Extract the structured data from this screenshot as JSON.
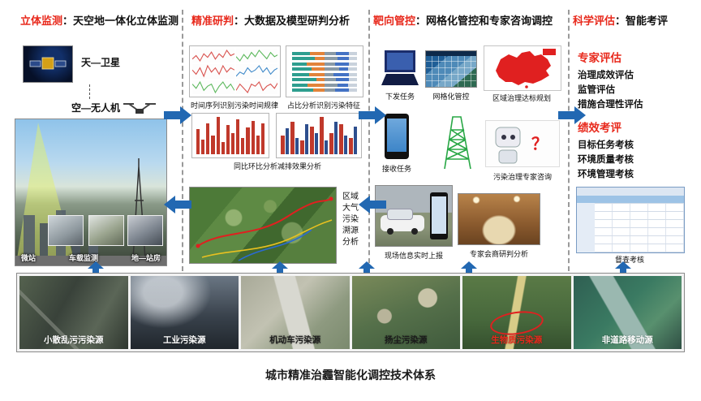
{
  "title_caption": "城市精准治霾智能化调控技术体系",
  "header": {
    "sections": [
      {
        "title": "立体监测",
        "rest": "：天空地一体化立体监测"
      },
      {
        "title": "精准研判",
        "rest": "：大数据及模型研判分析"
      },
      {
        "title": "靶向管控",
        "rest": "：网格化管控和专家咨询调控"
      },
      {
        "title": "科学评估",
        "rest": "：智能考评"
      }
    ]
  },
  "monitoring": {
    "satellite_label": "天—卫星",
    "uav_label": "空—无人机",
    "ground_labels": [
      "微站",
      "车载监测",
      "地—站房"
    ]
  },
  "analysis": {
    "timeseries_caption": "时间序列识别污染时间规律",
    "share_caption": "占比分析识别污染特征",
    "compare_caption": "同比环比分析减排效果分析",
    "trace_caption_lines": [
      "区域",
      "大气",
      "污染",
      "溯源",
      "分析"
    ]
  },
  "control": {
    "dispatch_caption": "下发任务",
    "grid_caption": "网格化管控",
    "regional_caption": "区域治理达标规划",
    "receive_caption": "接收任务",
    "consult_caption": "污染治理专家咨询",
    "consult_question_mark": "？",
    "report_caption": "现场信息实时上报",
    "meeting_caption": "专家会商研判分析"
  },
  "evaluation": {
    "expert_title": "专家评估",
    "expert_items": [
      "治理成效评估",
      "监管评估",
      "措施合理性评估"
    ],
    "performance_title": "绩效考评",
    "performance_items": [
      "目标任务考核",
      "环境质量考核",
      "环境管理考核"
    ],
    "audit_caption": "督查考核"
  },
  "sources": {
    "items": [
      {
        "label": "小散乱污污染源",
        "color": "#ffffff"
      },
      {
        "label": "工业污染源",
        "color": "#ffffff"
      },
      {
        "label": "机动车污染源",
        "color": "#1a1a1a"
      },
      {
        "label": "扬尘污染源",
        "color": "#1a1a1a"
      },
      {
        "label": "生物质污染源",
        "color": "#e8291c"
      },
      {
        "label": "非道路移动源",
        "color": "#ffffff"
      }
    ]
  },
  "colors": {
    "accent_red": "#e8291c",
    "arrow_blue": "#2268b2"
  },
  "chart_data": [
    {
      "type": "line",
      "title": "时间序列识别污染时间规律",
      "panels": [
        {
          "color": "#d9534f",
          "values": [
            3,
            5,
            2,
            6,
            4,
            7,
            3,
            6,
            4,
            8,
            5,
            6
          ]
        },
        {
          "color": "#5cb85c",
          "values": [
            4,
            2,
            5,
            3,
            6,
            4,
            7,
            5,
            3,
            6,
            4,
            5
          ]
        },
        {
          "color": "#d9534f",
          "values": [
            5,
            3,
            6,
            2,
            7,
            4,
            6,
            3,
            7,
            4,
            6,
            5
          ]
        },
        {
          "color": "#428bca",
          "values": [
            2,
            4,
            3,
            6,
            4,
            5,
            7,
            4,
            6,
            3,
            5,
            6
          ]
        },
        {
          "color": "#5cb85c",
          "values": [
            6,
            4,
            7,
            3,
            5,
            6,
            2,
            5,
            7,
            4,
            6,
            3
          ]
        },
        {
          "color": "#d9534f",
          "values": [
            3,
            6,
            4,
            2,
            6,
            5,
            7,
            3,
            5,
            6,
            4,
            7
          ]
        }
      ]
    },
    {
      "type": "stacked-bar-h",
      "title": "占比分析识别污染特征",
      "colors": [
        "#2e9e8f",
        "#e2833a",
        "#8a9aa6",
        "#4472c4",
        "#c9d2dc"
      ],
      "rows": [
        [
          28,
          22,
          18,
          20,
          12
        ],
        [
          35,
          15,
          20,
          18,
          12
        ],
        [
          22,
          28,
          16,
          22,
          12
        ],
        [
          30,
          20,
          22,
          14,
          14
        ],
        [
          26,
          24,
          14,
          24,
          12
        ],
        [
          38,
          12,
          18,
          20,
          12
        ],
        [
          24,
          26,
          20,
          16,
          14
        ],
        [
          32,
          18,
          16,
          22,
          12
        ]
      ]
    },
    {
      "type": "bar",
      "title": "同比环比分析减排效果分析（左）",
      "color": "#c0392b",
      "values": [
        12,
        7,
        15,
        9,
        18,
        6,
        14,
        10,
        17,
        8,
        13,
        16,
        9,
        15
      ]
    },
    {
      "type": "bar-grouped",
      "title": "同比环比分析减排效果分析（右）",
      "series": [
        {
          "name": "同比",
          "color": "#c0392b",
          "values": [
            8,
            14,
            6,
            12,
            16,
            9,
            13,
            7
          ]
        },
        {
          "name": "环比",
          "color": "#2e4f8e",
          "values": [
            11,
            7,
            13,
            9,
            6,
            14,
            8,
            12
          ]
        }
      ]
    }
  ]
}
